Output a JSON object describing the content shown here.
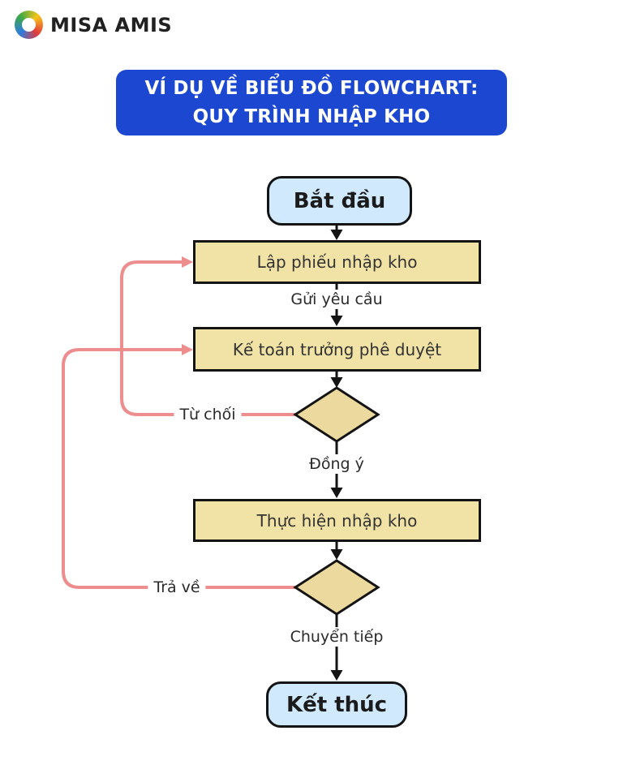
{
  "brand": {
    "name": "MISA AMIS",
    "logo_icon": "misa-pinwheel-icon"
  },
  "title": {
    "line1": "VÍ DỤ VỀ BIỂU ĐỒ FLOWCHART:",
    "line2": "QUY TRÌNH NHẬP KHO"
  },
  "flowchart": {
    "start": "Bắt đầu",
    "steps": {
      "create_slip": "Lập phiếu nhập kho",
      "approve": "Kế toán trưởng phê duyệt",
      "execute": "Thực hiện nhập kho"
    },
    "edges": {
      "send_request": "Gửi yêu cầu",
      "agree": "Đồng ý",
      "reject": "Từ chối",
      "forward": "Chuyển tiếp",
      "return": "Trả về"
    },
    "end": "Kết thúc"
  },
  "colors": {
    "banner_bg": "#1c47d0",
    "terminal_fill": "#d0e9fc",
    "process_fill": "#f1e2a6",
    "decision_fill": "#ecd99e",
    "outline": "#141414",
    "feedback_line": "#ee8d8d",
    "text_dark": "#212121"
  }
}
